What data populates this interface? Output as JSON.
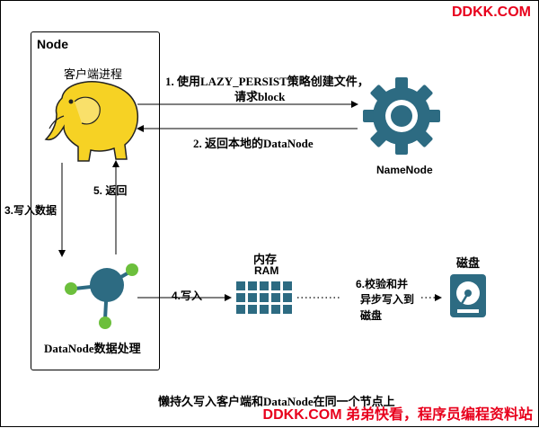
{
  "watermark": {
    "top": "DDKK.COM",
    "bottom": "DDKK.COM 弟弟快看，程序员编程资料站"
  },
  "node_box": {
    "label": "Node"
  },
  "client": {
    "label": "客户端进程"
  },
  "namenode": {
    "label": "NameNode"
  },
  "datanode": {
    "label": "DataNode数据处理"
  },
  "ram": {
    "label_line1": "内存",
    "label_line2": "RAM"
  },
  "disk": {
    "label": "磁盘"
  },
  "steps": {
    "s1_line1": "1. 使用LAZY_PERSIST策略创建文件，",
    "s1_line2": "请求block",
    "s2": "2. 返回本地的DataNode",
    "s3": "3.写入数据",
    "s4": "4.写入",
    "s5": "5. 返回",
    "s6_line1": "6.校验和并",
    "s6_line2": "异步写入到",
    "s6_line3": "磁盘"
  },
  "caption": "懒持久写入客户端和DataNode在同一个节点上",
  "colors": {
    "gear": "#2d6b82",
    "datanode_core": "#2d6b82",
    "datanode_leaf": "#6cbf3c",
    "ram_block": "#2d6b82",
    "watermark": "#e8001c",
    "elephant_body": "#f6d224"
  },
  "icons": {
    "client": "hadoop-elephant-icon",
    "namenode": "gear-icon",
    "datanode": "network-node-icon",
    "ram": "memory-blocks-icon",
    "disk": "hard-drive-icon"
  }
}
